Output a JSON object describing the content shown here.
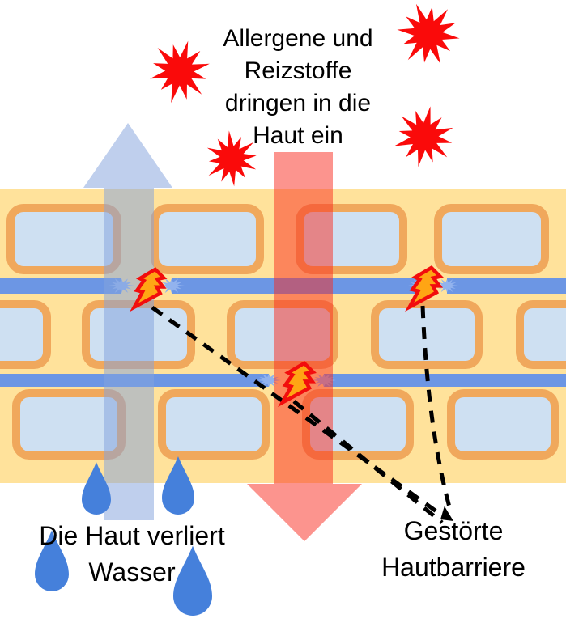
{
  "labels": {
    "allergens_entry": {
      "lines": [
        "Allergene und",
        "Reizstoffe",
        "dringen in die",
        "Haut ein"
      ]
    },
    "water_loss": {
      "lines": [
        "Die Haut verliert",
        "Wasser"
      ]
    },
    "barrier": {
      "lines": [
        "Gestörte",
        "Hautbarriere"
      ]
    }
  },
  "colors": {
    "background": "#FFFFFF",
    "text": "#000000",
    "skin_band": "#FFE29B",
    "cell_fill": "#CEE0F2",
    "cell_border": "#F0A85C",
    "lipid_bar": "#6C96E4",
    "bar_tear": "#92B3EE",
    "water_arrow": "#85A3DD",
    "allergen_arrow": "#FA2A1E",
    "starburst": "#FA0A0A",
    "bolt_fill": "#FFA514",
    "bolt_stroke": "#F20D0D",
    "water_drop": "#4580DB",
    "pointer_line": "#000000"
  },
  "icons": {
    "allergen_burst": "starburst",
    "barrier_damage": "lightning-bolt",
    "water_loss_arrow": "up-arrow",
    "allergen_entry_arrow": "down-arrow",
    "water": "droplet",
    "pointer": "dashed-arrow"
  }
}
